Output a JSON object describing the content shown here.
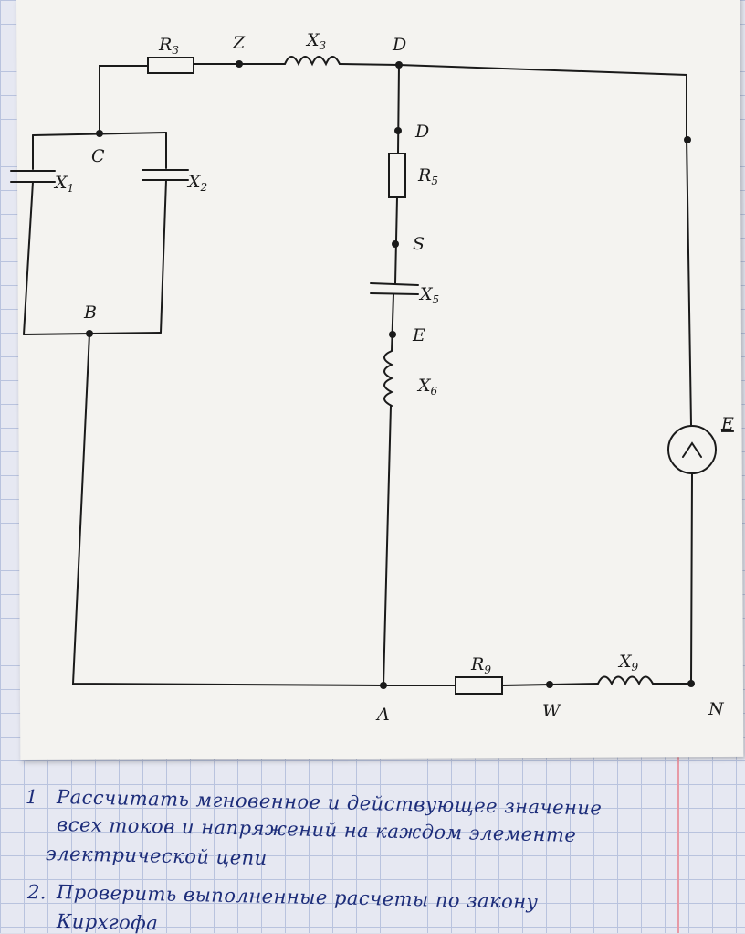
{
  "diagram": {
    "nodes": {
      "R3": {
        "base": "R",
        "sub": "3"
      },
      "Z": "Z",
      "X3": {
        "base": "X",
        "sub": "3"
      },
      "D_top": "D",
      "D_mid": "D",
      "C": "C",
      "X1": {
        "base": "X",
        "sub": "1"
      },
      "X2": {
        "base": "X",
        "sub": "2"
      },
      "R5": {
        "base": "R",
        "sub": "5"
      },
      "S": "S",
      "X5": {
        "base": "X",
        "sub": "5"
      },
      "E_node": "E",
      "X6": {
        "base": "X",
        "sub": "6"
      },
      "B": "B",
      "E_source": "E",
      "R9": {
        "base": "R",
        "sub": "9"
      },
      "X9": {
        "base": "X",
        "sub": "9"
      },
      "A": "A",
      "W": "W",
      "N": "N"
    }
  },
  "notes": {
    "n1_number": "1",
    "n1_line1": "Рассчитать мгновенное и действующее значение",
    "n1_line2": "всех токов и напряжений на каждом элементе",
    "n1_line3": "электрической цепи",
    "n2_number": "2.",
    "n2_line1": "Проверить выполненные расчеты по закону",
    "n2_line2": "Кирхгофа"
  }
}
